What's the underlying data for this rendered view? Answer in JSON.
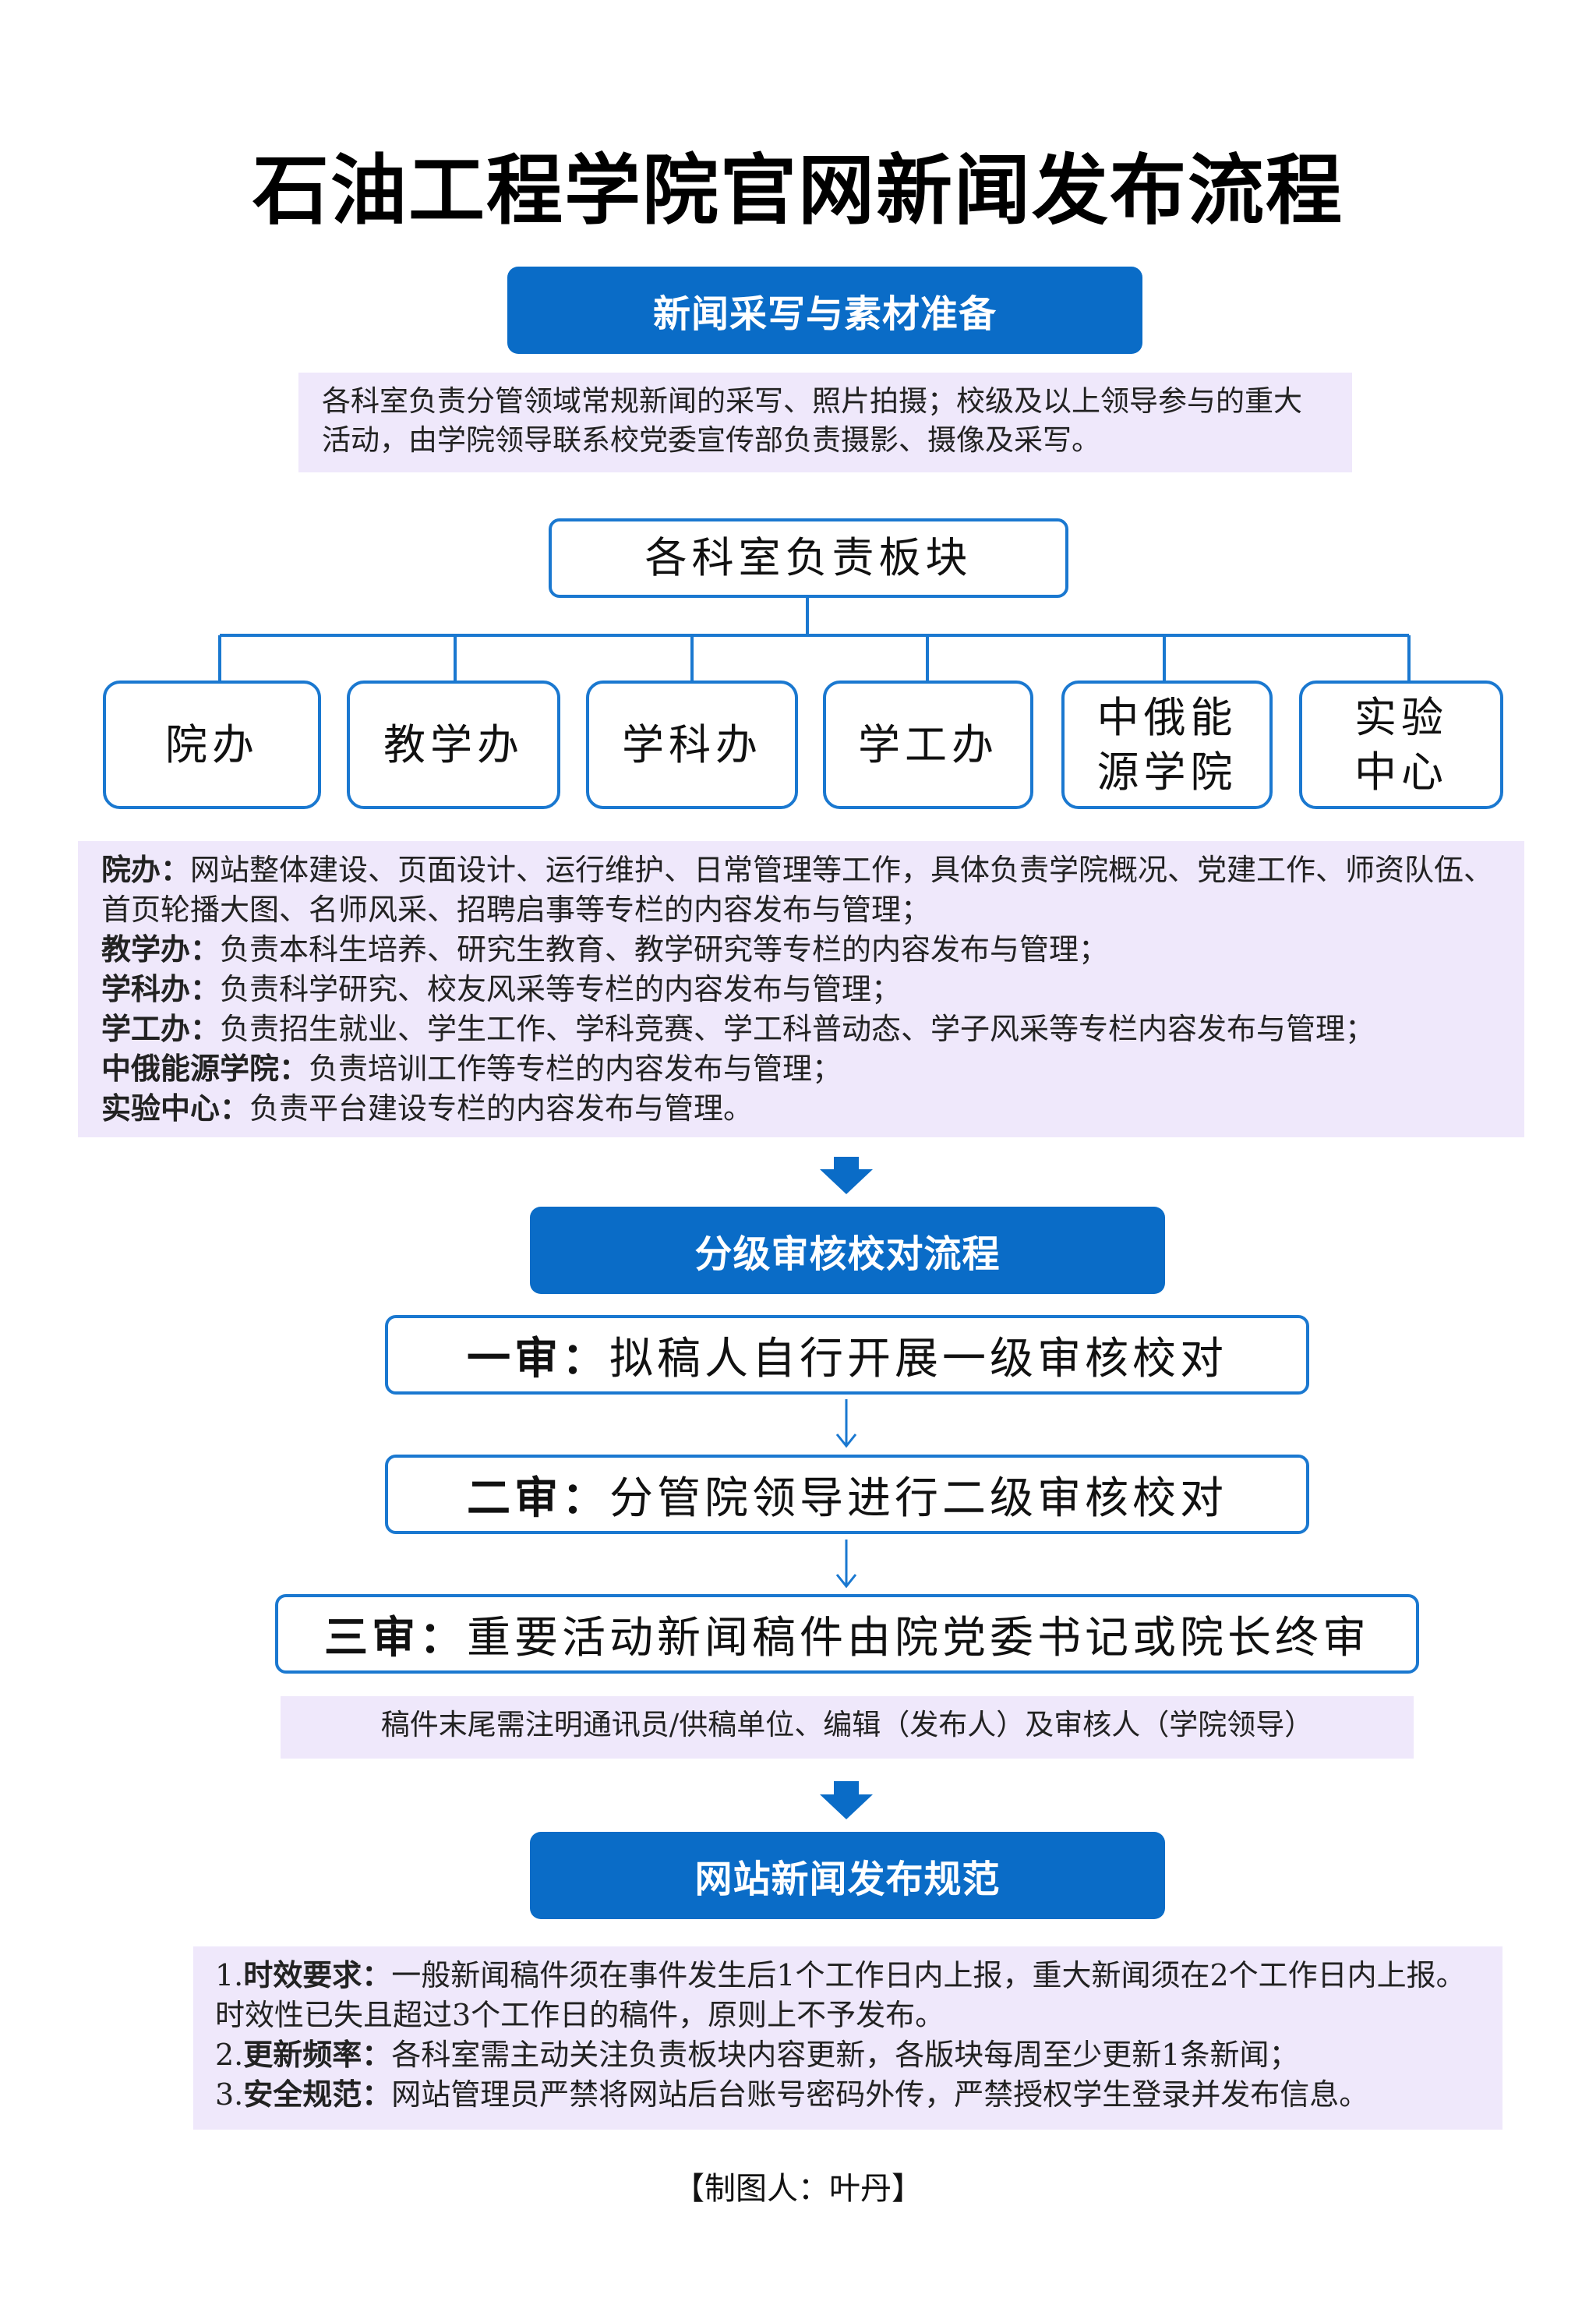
{
  "title": "石油工程学院官网新闻发布流程",
  "section1": {
    "header": "新闻采写与素材准备",
    "note": "各科室负责分管领域常规新闻的采写、照片拍摄；校级及以上领导参与的重大活动，由学院领导联系校党委宣传部负责摄影、摄像及采写。"
  },
  "tree": {
    "root": "各科室负责板块",
    "children": [
      "院办",
      "教学办",
      "学科办",
      "学工办",
      "中俄能源学院",
      "实验中心"
    ]
  },
  "duties": [
    {
      "label": "院办：",
      "text": "网站整体建设、页面设计、运行维护、日常管理等工作，具体负责学院概况、党建工作、师资队伍、首页轮播大图、名师风采、招聘启事等专栏的内容发布与管理；"
    },
    {
      "label": "教学办：",
      "text": "负责本科生培养、研究生教育、教学研究等专栏的内容发布与管理；"
    },
    {
      "label": "学科办：",
      "text": "负责科学研究、校友风采等专栏的内容发布与管理；"
    },
    {
      "label": "学工办：",
      "text": "负责招生就业、学生工作、学科竞赛、学工科普动态、学子风采等专栏内容发布与管理；"
    },
    {
      "label": "中俄能源学院：",
      "text": "负责培训工作等专栏的内容发布与管理；"
    },
    {
      "label": "实验中心：",
      "text": "负责平台建设专栏的内容发布与管理。"
    }
  ],
  "section2": {
    "header": "分级审核校对流程",
    "reviews": [
      {
        "label": "一审：",
        "text": "拟稿人自行开展一级审核校对"
      },
      {
        "label": "二审：",
        "text": "分管院领导进行二级审核校对"
      },
      {
        "label": "三审：",
        "text": "重要活动新闻稿件由院党委书记或院长终审"
      }
    ],
    "note": "稿件末尾需注明通讯员/供稿单位、编辑（发布人）及审核人（学院领导）"
  },
  "section3": {
    "header": "网站新闻发布规范",
    "items": [
      {
        "num": "1.",
        "label": "时效要求：",
        "text": "一般新闻稿件须在事件发生后1个工作日内上报，重大新闻须在2个工作日内上报。时效性已失且超过3个工作日的稿件，原则上不予发布。"
      },
      {
        "num": "2.",
        "label": "更新频率：",
        "text": "各科室需主动关注负责板块内容更新，各版块每周至少更新1条新闻；"
      },
      {
        "num": "3.",
        "label": "安全规范：",
        "text": "网站管理员严禁将网站后台账号密码外传，严禁授权学生登录并发布信息。"
      }
    ]
  },
  "footer": "【制图人：叶丹】",
  "colors": {
    "accent": "#0a6cc7",
    "box_border": "#1a78d0",
    "note_bg": "#efe8fb"
  }
}
